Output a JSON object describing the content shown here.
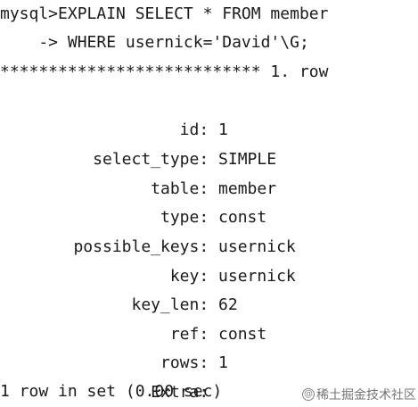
{
  "terminal": {
    "command_line_1": "mysql>EXPLAIN SELECT * FROM member",
    "command_line_2": "    -> WHERE usernick='David'\\G;",
    "row_separator": "*************************** 1. row",
    "fields": [
      {
        "name": "id",
        "value": "1"
      },
      {
        "name": "select_type",
        "value": "SIMPLE"
      },
      {
        "name": "table",
        "value": "member"
      },
      {
        "name": "type",
        "value": "const"
      },
      {
        "name": "possible_keys",
        "value": "usernick"
      },
      {
        "name": "key",
        "value": "usernick"
      },
      {
        "name": "key_len",
        "value": "62"
      },
      {
        "name": "ref",
        "value": "const"
      },
      {
        "name": "rows",
        "value": "1"
      },
      {
        "name": "Extra",
        "value": ""
      }
    ],
    "result_summary": "1 row in set (0.00 sec)"
  },
  "watermark": {
    "icon": "at-icon",
    "text": "稀土掘金技术社区"
  }
}
